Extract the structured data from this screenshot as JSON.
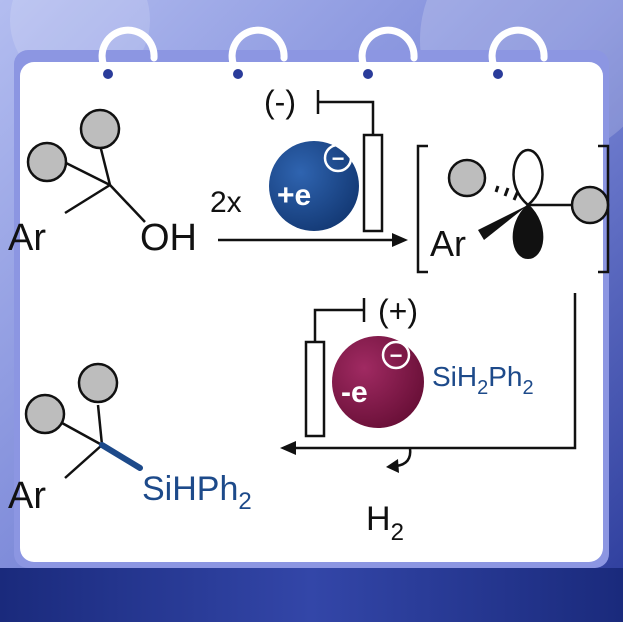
{
  "colors": {
    "background_dark": "#1e2f86",
    "background_light": "#b7c0f2",
    "frame_band": "#8791e0",
    "card": "#ffffff",
    "ink": "#111111",
    "sphere_fill": "#bdbdbd",
    "electron_add": "#1d4a8a",
    "electron_remove": "#7e1747",
    "reagent_text": "#1d4a8a"
  },
  "scheme": {
    "reactant": {
      "ar": "Ar",
      "oh": "OH"
    },
    "step1": {
      "multiplier": "2x",
      "electron_label": "+e",
      "electron_sign": "−",
      "electrode_sign": "(-)"
    },
    "intermediate": {
      "ar": "Ar"
    },
    "step2": {
      "electron_label": "-e",
      "electron_sign": "−",
      "electrode_sign": "(+)",
      "reagent": {
        "prefix": "SiH",
        "sub1": "2",
        "mid": "Ph",
        "sub2": "2"
      }
    },
    "byproduct": {
      "h": "H",
      "sub": "2"
    },
    "product": {
      "ar": "Ar",
      "si_prefix": "SiHPh",
      "si_sub": "2"
    }
  }
}
